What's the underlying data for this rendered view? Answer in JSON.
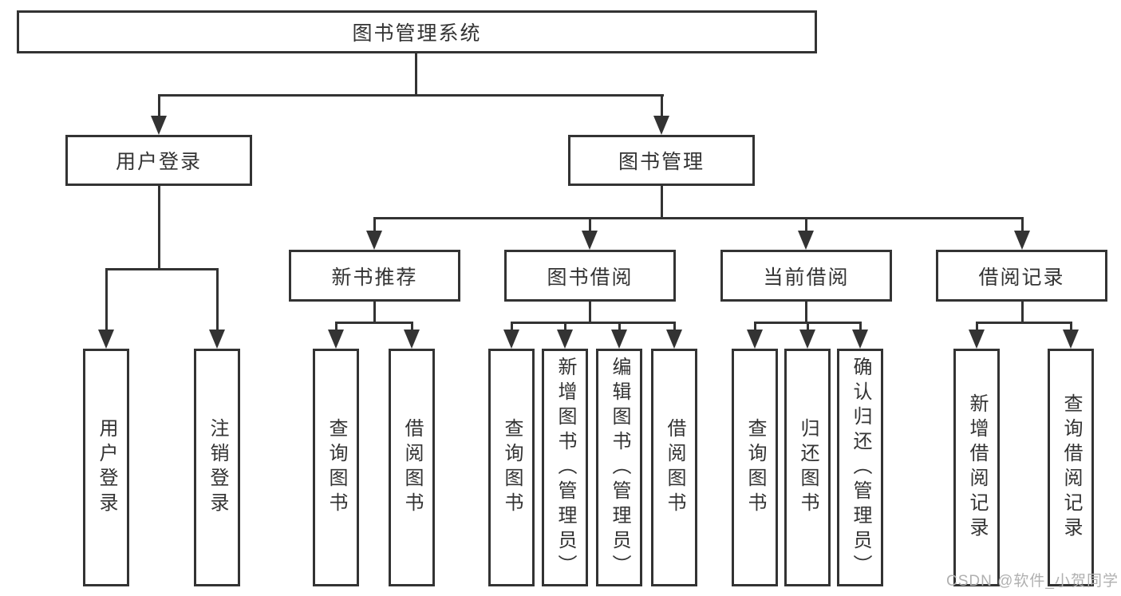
{
  "diagram": {
    "root": {
      "label": "图书管理系统"
    },
    "level2": [
      {
        "label": "用户登录",
        "children": [
          {
            "label": "用户登录"
          },
          {
            "label": "注销登录"
          }
        ]
      },
      {
        "label": "图书管理",
        "children": [
          {
            "label": "新书推荐",
            "children": [
              {
                "label": "查询图书"
              },
              {
                "label": "借阅图书"
              }
            ]
          },
          {
            "label": "图书借阅",
            "children": [
              {
                "label": "查询图书"
              },
              {
                "label": "新增图书（管理员）"
              },
              {
                "label": "编辑图书（管理员）"
              },
              {
                "label": "借阅图书"
              }
            ]
          },
          {
            "label": "当前借阅",
            "children": [
              {
                "label": "查询图书"
              },
              {
                "label": "归还图书"
              },
              {
                "label": "确认归还（管理员）"
              }
            ]
          },
          {
            "label": "借阅记录",
            "children": [
              {
                "label": "新增借阅记录"
              },
              {
                "label": "查询借阅记录"
              }
            ]
          }
        ]
      }
    ]
  },
  "watermark": {
    "text": "CSDN @软件_小贺同学"
  },
  "colors": {
    "line": "#333333",
    "text": "#333333",
    "watermark_text": "#b0b0b0",
    "background": "#ffffff"
  }
}
